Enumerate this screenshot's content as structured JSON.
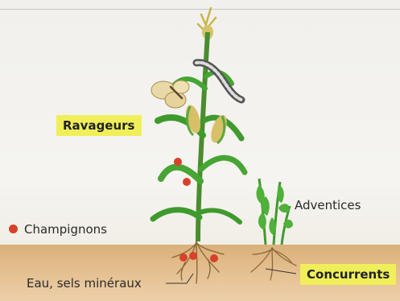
{
  "labels": {
    "pests": "Ravageurs",
    "competitors": "Concurrents",
    "fungi": "Champignons",
    "weeds": "Adventices",
    "resources": "Eau, sels minéraux"
  },
  "colors": {
    "tag_bg": "#f0ef5a",
    "fungus_red": "#d9412b",
    "leaf_green": "#3f9a2e",
    "soil": "#e3bd8c"
  },
  "icons": [
    "maize-plant",
    "butterfly",
    "caterpillar",
    "weed-plant",
    "roots",
    "fungus-spots"
  ]
}
